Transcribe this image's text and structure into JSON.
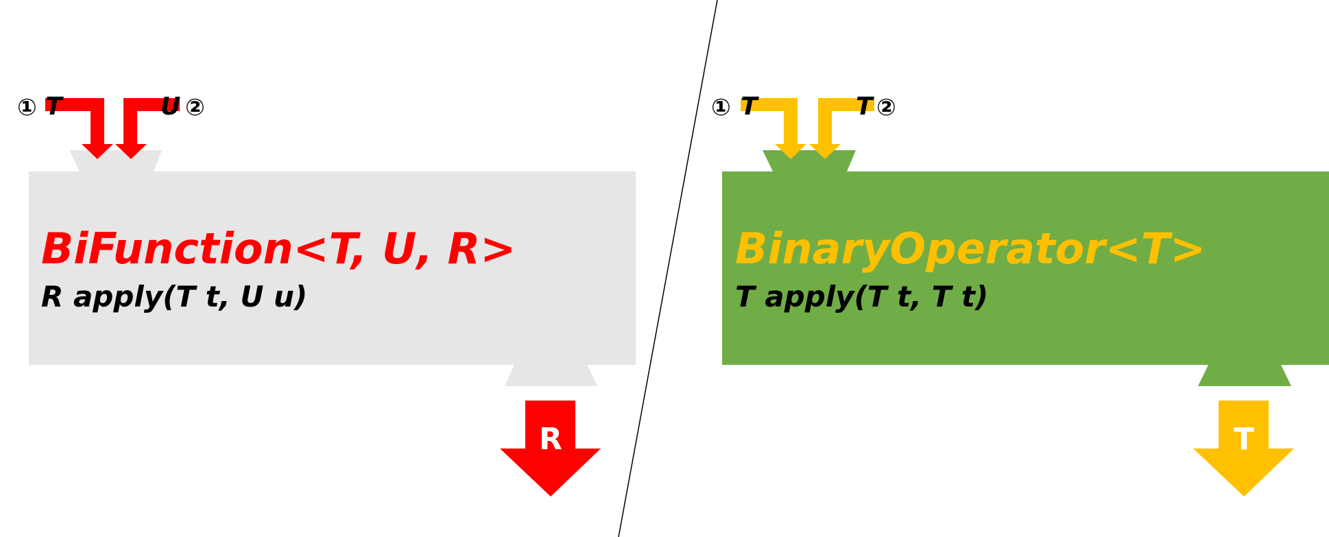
{
  "colors": {
    "red": "#ff0000",
    "amber": "#ffc000",
    "gray_box": "#e6e6e6",
    "green_box": "#70ad47",
    "black": "#000000",
    "white": "#ffffff"
  },
  "left": {
    "title": "BiFunction<T, U, R>",
    "signature": "R apply(T t, U u)",
    "input1_marker": "①",
    "input1_label": "T",
    "input2_label": "U",
    "input2_marker": "②",
    "output_label": "R"
  },
  "right": {
    "title": "BinaryOperator<T>",
    "signature": "T apply(T t, T t)",
    "input1_marker": "①",
    "input1_label": "T",
    "input2_label": "T",
    "input2_marker": "②",
    "output_label": "T"
  }
}
